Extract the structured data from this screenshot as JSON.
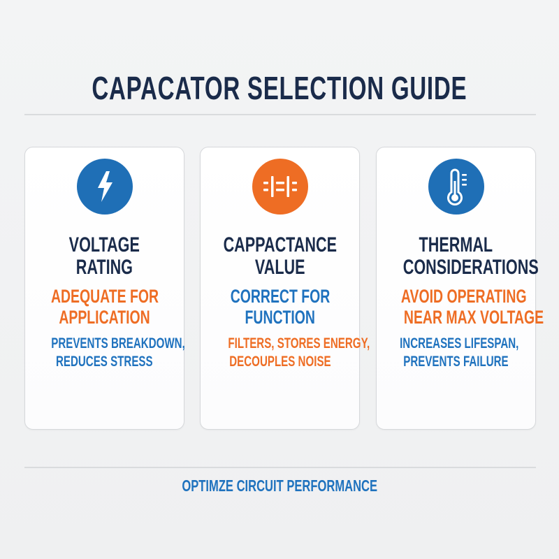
{
  "title": "CAPACATOR SELECTION GUIDE",
  "colors": {
    "navy": "#1a2b4a",
    "blue": "#1f6fb6",
    "orange": "#ee6d24",
    "background": "#f1f2f3",
    "card": "#ffffff"
  },
  "cards": [
    {
      "icon": "lightning-bolt-icon",
      "icon_color": "#1f6fb6",
      "heading": [
        "VOLTAGE",
        "RATING"
      ],
      "subheading": [
        "ADEQUATE FOR",
        "APPLICATION"
      ],
      "subheading_color": "#ee6d24",
      "description": [
        "PREVENTS BREAKDOWN,",
        "REDUCES STRESS"
      ],
      "description_color": "#1f72be"
    },
    {
      "icon": "capacitor-symbol-icon",
      "icon_color": "#ee6d24",
      "heading": [
        "CAPPACTANCE",
        "VALUE"
      ],
      "subheading": [
        "CORRECT FOR",
        "FUNCTION"
      ],
      "subheading_color": "#1f72be",
      "description": [
        "FILTERS, STORES ENERGY,",
        "DECOUPLES NOISE"
      ],
      "description_color": "#ee6d24"
    },
    {
      "icon": "thermometer-icon",
      "icon_color": "#1f6fb6",
      "heading": [
        "THERMAL",
        "CONSIDERATIONS"
      ],
      "subheading": [
        "AVOID OPERATING",
        "NEAR MAX VOLTAGE"
      ],
      "subheading_color": "#ee6d24",
      "description": [
        "INCREASES LIFESPAN,",
        "PREVENTS FAILURE"
      ],
      "description_color": "#1f72be"
    }
  ],
  "footer": "OPTIMZE CIRCUIT PERFORMANCE"
}
